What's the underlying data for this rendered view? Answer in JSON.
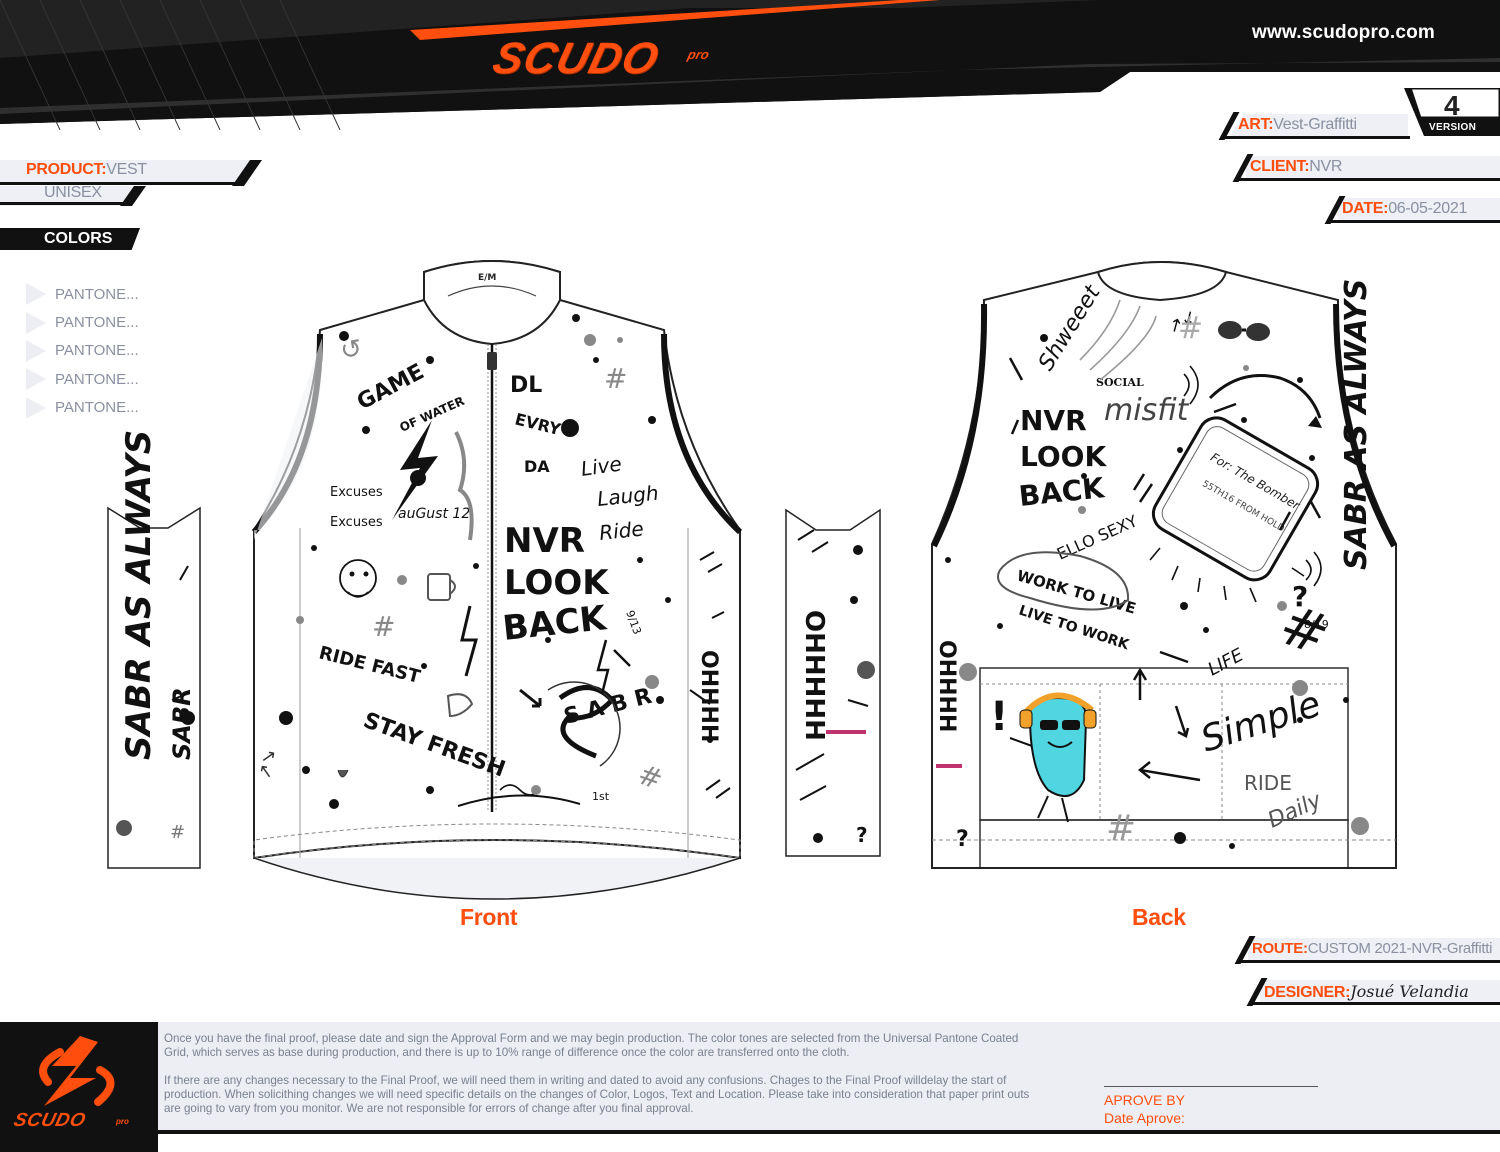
{
  "header": {
    "brand_word": "SCUDO",
    "brand_sub": "pro",
    "website": "www.scudopro.com"
  },
  "version": {
    "number": "4",
    "label": "VERSION"
  },
  "fields": {
    "art": {
      "label": "ART:",
      "value": "Vest-Graffitti"
    },
    "client": {
      "label": "CLIENT:",
      "value": "NVR"
    },
    "date": {
      "label": "DATE:",
      "value": "06-05-2021"
    },
    "product": {
      "label": "PRODUCT:",
      "value": "VEST"
    },
    "fit": {
      "value": "UNISEX"
    },
    "route": {
      "label": "ROUTE:",
      "value": "CUSTOM 2021-NVR-Graffitti"
    },
    "designer": {
      "label": "DESIGNER:",
      "value": "Josué Velandia"
    }
  },
  "colors": {
    "title": "COLORS",
    "items": [
      "PANTONE...",
      "PANTONE...",
      "PANTONE...",
      "PANTONE...",
      "PANTONE..."
    ]
  },
  "views": {
    "front": "Front",
    "back": "Back"
  },
  "graffiti": {
    "front": {
      "collar_tag": "E/M",
      "game": "GAME",
      "of_water": "OF WATER",
      "dl": "DL",
      "every": "EVRY",
      "day": "DA",
      "live": "Live",
      "laugh": "Laugh",
      "ride": "Ride",
      "excuses": "Excuses",
      "august": "auGust 12",
      "nvr": "NVR",
      "look": "LOOK",
      "back": "BACK",
      "nine_thirteen": "9/13",
      "ride_fast": "RIDE FAST",
      "stay_fresh": "STAY FRESH",
      "sabs": "S A B R",
      "first": "1st",
      "ohhhh": "OHHHH"
    },
    "back": {
      "shweeet": "Shweeet",
      "social": "SOCIAL",
      "misfit": "misfit",
      "nvr": "NVR",
      "look": "LOOK",
      "back": "BACK",
      "lovely": "ELLO SEXY",
      "phone_1": "For: The Bomber",
      "phone_2": "55TH16 FROM HOLD",
      "work_to_live": "WORK TO LIVE",
      "live_to_work": "LIVE TO WORK",
      "life": "LIFE",
      "simple": "Simple",
      "ride_daily_1": "RIDE",
      "ride_daily_2": "Daily",
      "eight_nineteen": "8/19"
    },
    "side_panels": {
      "left_text": "SABR AS ALWAYS",
      "left_sub": "SABR",
      "mid_text": "OHHHHH"
    }
  },
  "footer": {
    "logo_word": "SCUDO",
    "logo_sub": "pro",
    "disclaimer_1": "Once you have the final proof, please date and sign the Approval Form and we may begin production. The color tones are selected from the Universal Pantone Coated Grid, which serves as base during production, and there is up to 10% range of difference once the color are transferred onto the cloth.",
    "disclaimer_2": "If there are any changes necessary to the Final Proof, we will need them in writing and dated to avoid any confusions. Chages to the Final Proof willdelay the start of production. When solicithing changes we will need specific details on the changes of Color, Logos, Text and Location.  Please take into consideration that paper print outs are going to vary from you monitor. We are not responsible for errors of change after you final approval.",
    "approve_by": "APROVE BY",
    "date_approve": "Date Aprove:"
  },
  "palette": {
    "accent": "#ff4e0d",
    "dark": "#111111",
    "muted": "#8a90a0",
    "panel": "#eef0f6",
    "mascot": "#4fd6e0",
    "headphones": "#f2a12a"
  }
}
